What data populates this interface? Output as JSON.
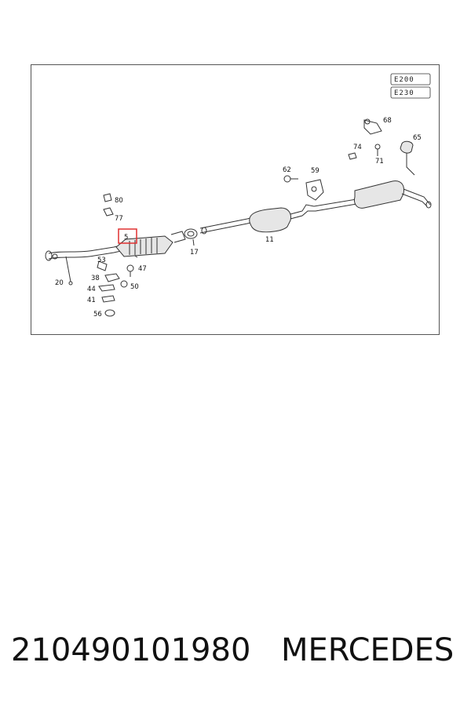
{
  "diagram": {
    "variants": [
      "E200",
      "E230"
    ],
    "callouts": [
      "80",
      "77",
      "5",
      "53",
      "47",
      "38",
      "50",
      "20",
      "44",
      "41",
      "56",
      "17",
      "11",
      "62",
      "59",
      "74",
      "71",
      "68",
      "65"
    ],
    "highlighted_callout": "5",
    "colors": {
      "highlight": "#e03030",
      "line": "#333333"
    }
  },
  "footer": {
    "part_number": "210490101980",
    "brand": "MERCEDES"
  }
}
